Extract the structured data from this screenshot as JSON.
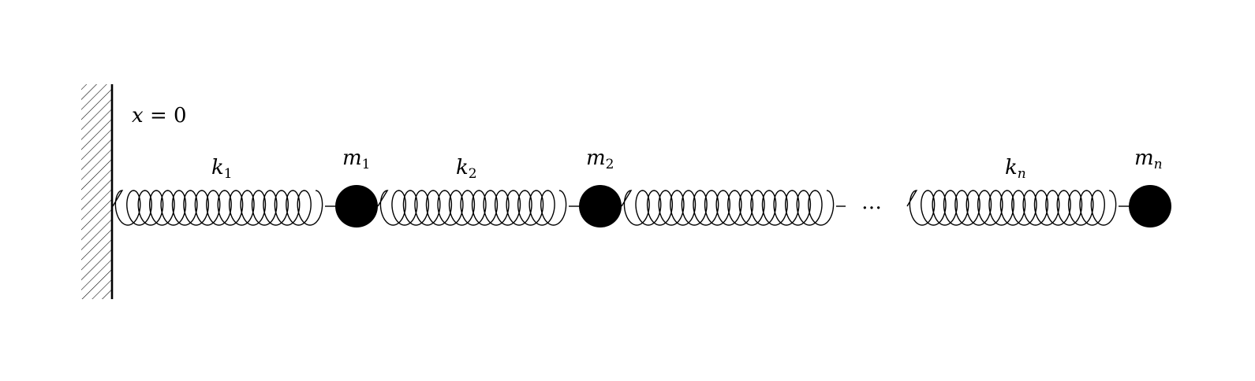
{
  "wall": {
    "label_var": "x",
    "label_eq": "=",
    "label_val": "0"
  },
  "springs": [
    {
      "symbol": "k",
      "index": "1"
    },
    {
      "symbol": "k",
      "index": "2"
    },
    {
      "symbol": "",
      "index": ""
    },
    {
      "symbol": "k",
      "index": "n"
    }
  ],
  "masses": [
    {
      "symbol": "m",
      "index": "1"
    },
    {
      "symbol": "m",
      "index": "2"
    },
    {
      "symbol": "m",
      "index": "n"
    }
  ],
  "ellipsis": "…",
  "colors": {
    "ink": "#000000",
    "background": "#ffffff"
  }
}
